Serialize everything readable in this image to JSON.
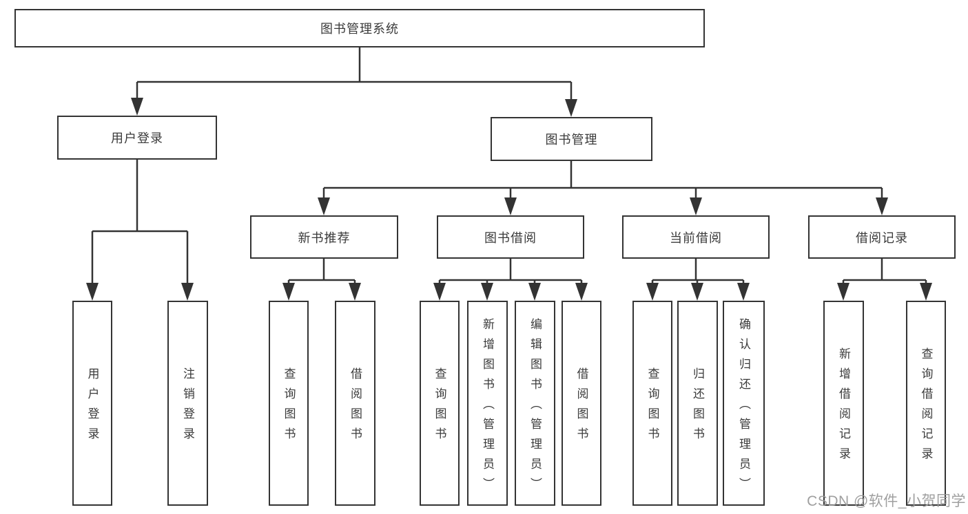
{
  "nodes": {
    "root": "图书管理系统",
    "user_login": "用户登录",
    "book_mgmt": "图书管理",
    "new_books": "新书推荐",
    "book_borrow": "图书借阅",
    "current_borrow": "当前借阅",
    "borrow_records": "借阅记录",
    "ul_user_login": "用户登录",
    "ul_logout": "注销登录",
    "nb_query_books": "查询图书",
    "nb_borrow_books": "借阅图书",
    "bb_query_books": "查询图书",
    "bb_add_books": "新增图书（管理员）",
    "bb_edit_books": "编辑图书（管理员）",
    "bb_borrow_books": "借阅图书",
    "cb_query_books": "查询图书",
    "cb_return_books": "归还图书",
    "cb_confirm_return": "确认归还（管理员）",
    "br_add_record": "新增借阅记录",
    "br_query_record": "查询借阅记录"
  },
  "hierarchy": {
    "图书管理系统": {
      "用户登录": [
        "用户登录",
        "注销登录"
      ],
      "图书管理": {
        "新书推荐": [
          "查询图书",
          "借阅图书"
        ],
        "图书借阅": [
          "查询图书",
          "新增图书（管理员）",
          "编辑图书（管理员）",
          "借阅图书"
        ],
        "当前借阅": [
          "查询图书",
          "归还图书",
          "确认归还（管理员）"
        ],
        "借阅记录": [
          "新增借阅记录",
          "查询借阅记录"
        ]
      }
    }
  },
  "watermark": "CSDN @软件_小贺同学",
  "colors": {
    "line": "#333333",
    "box_border": "#333333",
    "text": "#3a3a3a",
    "background": "#ffffff",
    "watermark": "#9a9a9a"
  }
}
